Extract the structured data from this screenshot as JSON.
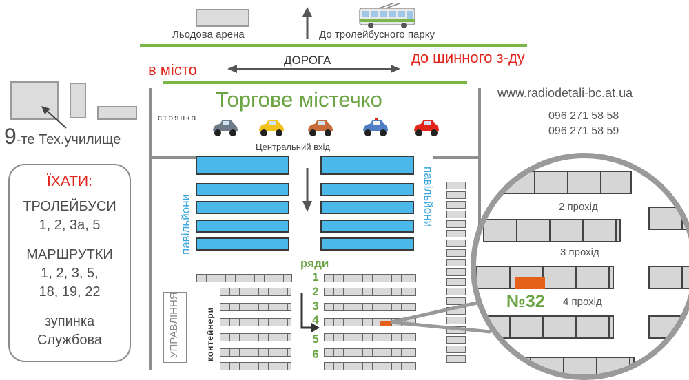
{
  "top": {
    "ice_arena": "Льодова арена",
    "trolley_park": "До тролейбусного парку"
  },
  "road": {
    "name": "ДОРОГА",
    "to_city": "в  місто",
    "to_tire_plant": "до шинного з-ду"
  },
  "market": {
    "title": "Торгове містечко",
    "parking": "стоянка",
    "main_entrance": "Центральний вхід",
    "pavilions_left": "павільйони",
    "pavilions_right": "павільйони",
    "rows_label": "ряди",
    "row_numbers": [
      "1",
      "2",
      "3",
      "4",
      "5",
      "6"
    ],
    "containers": "контейнери",
    "admin": "УПРАВЛІННЯ"
  },
  "school": {
    "number": "9",
    "label": "-те Тех.училище"
  },
  "contacts": {
    "website": "www.radiodetali-bc.at.ua",
    "phone1": "096 271 58 58",
    "phone2": "096 271 58 59"
  },
  "directions": {
    "title": "ЇХАТИ:",
    "trolleybus_label": "ТРОЛЕЙБУСИ",
    "trolleybus_routes": "1, 2, 3а, 5",
    "minibus_label": "МАРШРУТКИ",
    "minibus_routes_1": "1, 2, 3, 5,",
    "minibus_routes_2": "18, 19, 22",
    "stop_label": "зупинка",
    "stop_name": "Службова"
  },
  "zoom": {
    "pass_2": "2 прохід",
    "pass_3": "3 прохід",
    "pass_4": "4 прохід",
    "stall_number": "№32"
  },
  "colors": {
    "green": "#6aa443",
    "red": "#e2231a",
    "blue": "#4bb8ea",
    "orange": "#e5601b",
    "gray": "#8f8f8f"
  }
}
